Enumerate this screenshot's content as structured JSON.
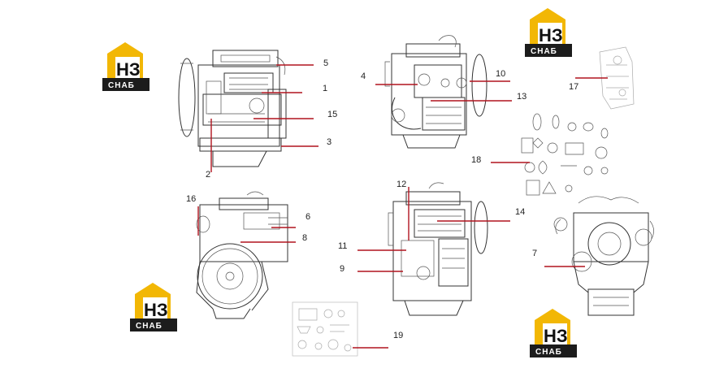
{
  "brand": {
    "logo_letters": "НЗ",
    "logo_word": "СНАБ",
    "color_yellow": "#f2b705",
    "color_dark": "#1c1c1c"
  },
  "accent_color": "#b0141e",
  "callouts": [
    "1",
    "2",
    "3",
    "4",
    "5",
    "6",
    "7",
    "8",
    "9",
    "10",
    "11",
    "12",
    "13",
    "14",
    "15",
    "16",
    "17",
    "18",
    "19"
  ]
}
